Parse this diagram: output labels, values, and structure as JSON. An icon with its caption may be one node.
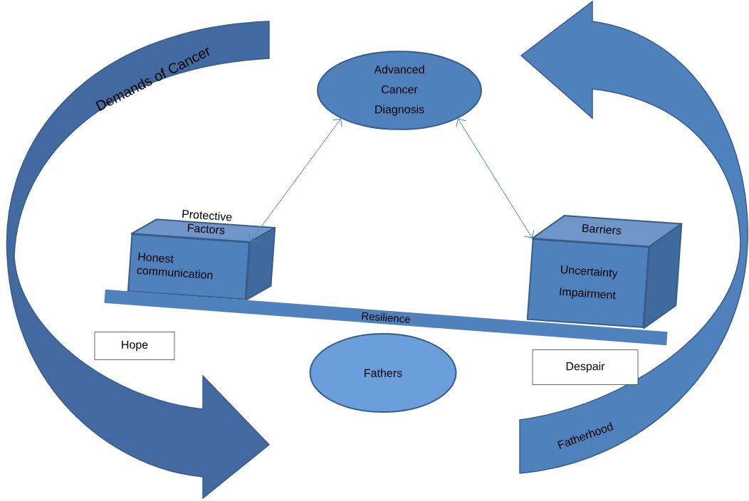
{
  "diagram": {
    "nodes": [
      {
        "text": [
          "Demands of Cancer"
        ]
      },
      {
        "text": [
          "Advanced Cancer Diagnosis"
        ]
      },
      {
        "text": [
          "Protective Factors",
          "Honest communication"
        ]
      },
      {
        "text": [
          "Barriers",
          "Uncertainty",
          "Impairment"
        ]
      },
      {
        "text": [
          "Resilience"
        ]
      },
      {
        "text": [
          "Hope"
        ]
      },
      {
        "text": [
          "Fathers"
        ]
      },
      {
        "text": [
          "Despair"
        ]
      },
      {
        "text": [
          "Fatherhood"
        ]
      }
    ],
    "edges": [
      {
        "from": 1,
        "to": 2,
        "arrow": "both"
      },
      {
        "from": 1,
        "to": 3,
        "arrow": "both"
      }
    ]
  }
}
